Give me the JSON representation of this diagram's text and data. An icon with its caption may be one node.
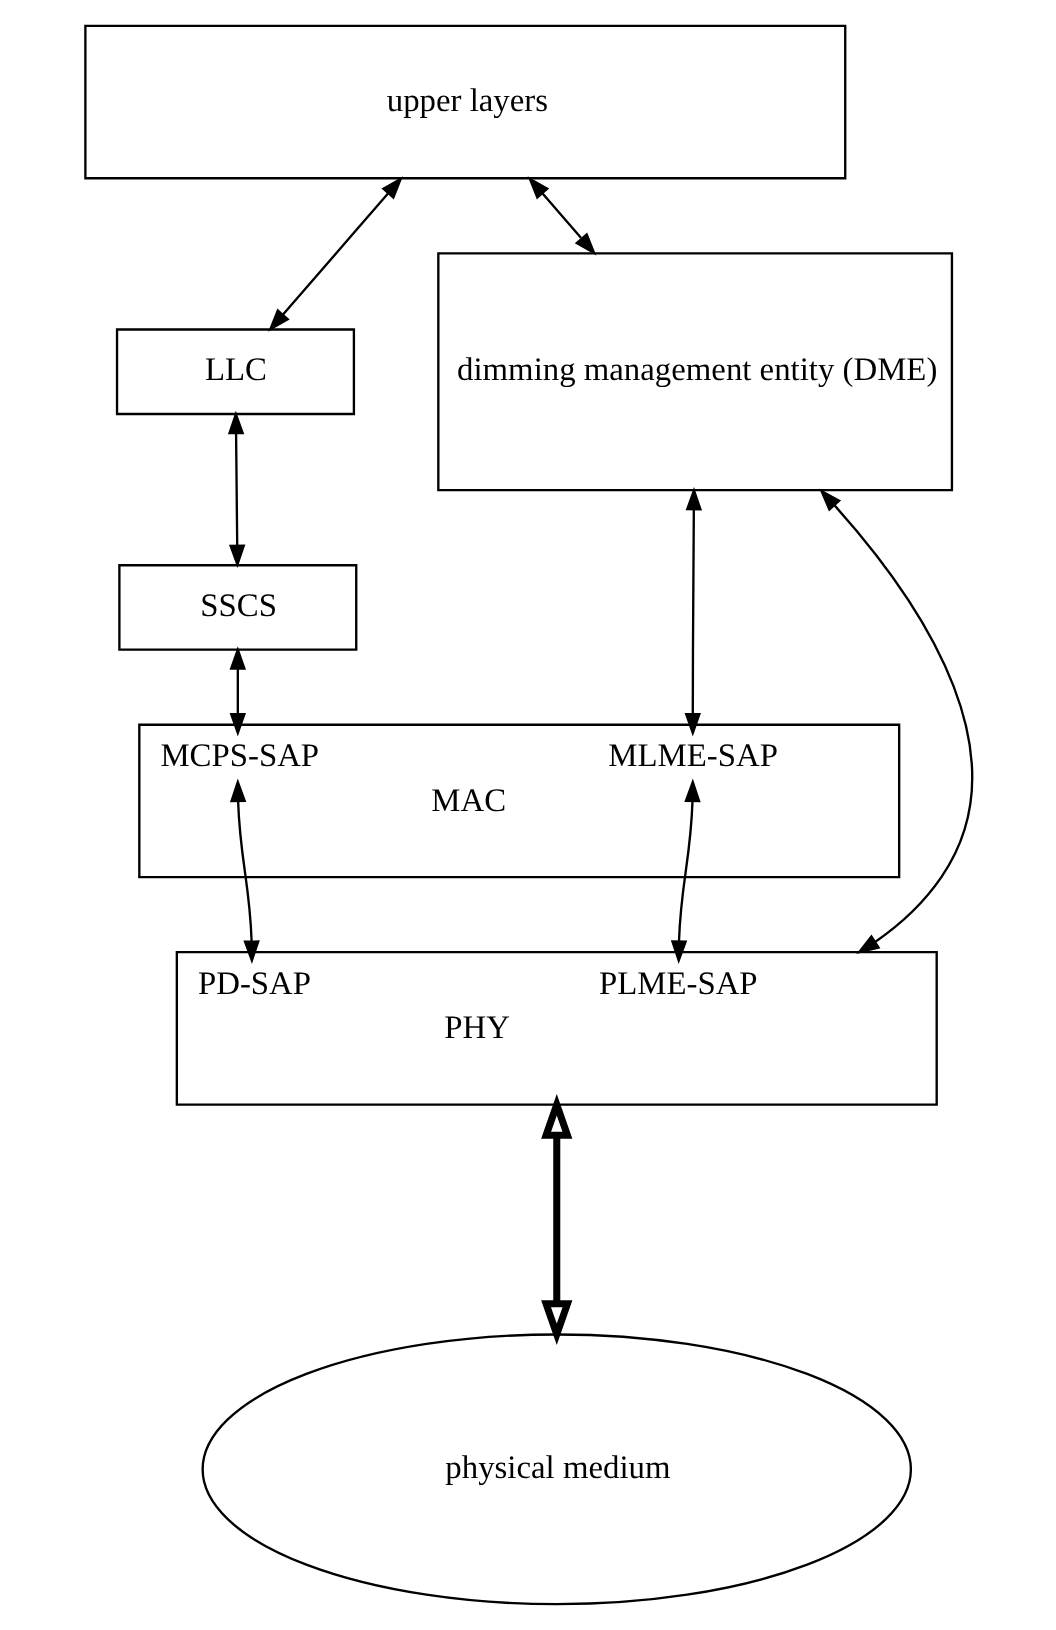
{
  "diagram": {
    "nodes": [
      {
        "text": [
          "upper layers"
        ]
      },
      {
        "text": [
          "LLC"
        ]
      },
      {
        "text": [
          "SSCS"
        ]
      },
      {
        "text": [
          "dimming management entity (DME)"
        ]
      },
      {
        "text": [
          "MCPS-SAP",
          "MLME-SAP",
          "MAC"
        ]
      },
      {
        "text": [
          "PD-SAP",
          "PLME-SAP",
          "PHY"
        ]
      },
      {
        "text": [
          "physical medium"
        ]
      }
    ],
    "edges": [
      {
        "from": 0,
        "to": 1,
        "arrow": "both"
      },
      {
        "from": 0,
        "to": 3,
        "arrow": "both"
      },
      {
        "from": 1,
        "to": 2,
        "arrow": "both"
      },
      {
        "from": 2,
        "to": 4,
        "arrow": "both"
      },
      {
        "from": 3,
        "to": 4,
        "arrow": "both"
      },
      {
        "from": 4,
        "to": 5,
        "arrow": "both"
      },
      {
        "from": 4,
        "to": 5,
        "arrow": "both"
      },
      {
        "from": 5,
        "to": 3,
        "arrow": "both"
      },
      {
        "from": 5,
        "to": 6,
        "arrow": "both",
        "style": "thick"
      }
    ]
  }
}
